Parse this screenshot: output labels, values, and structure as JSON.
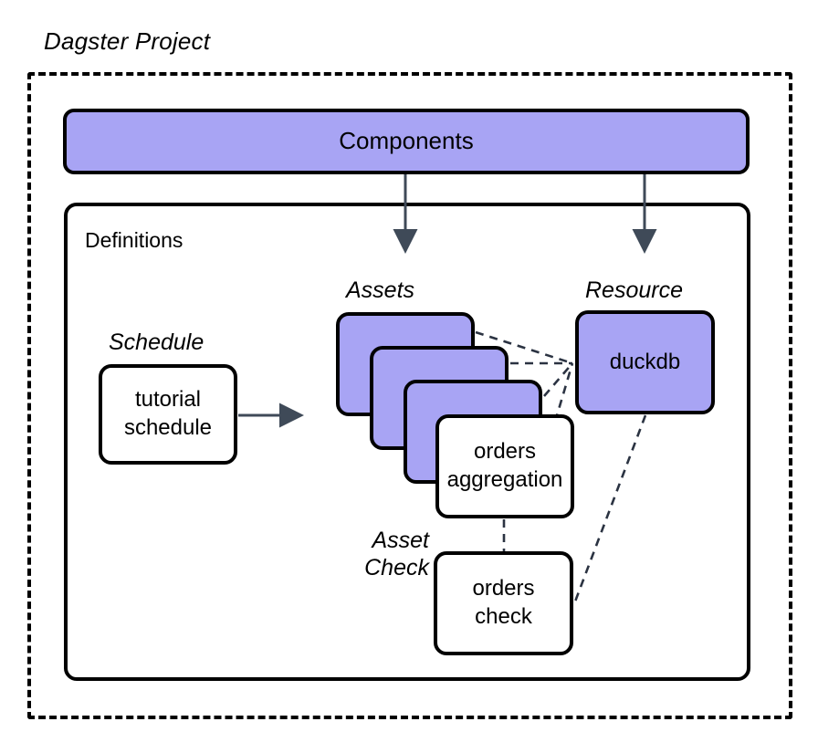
{
  "diagram": {
    "title": "Dagster Project",
    "colors": {
      "accent_purple": "#a8a4f4",
      "stroke": "#000000",
      "arrow": "#3f4a58",
      "background": "#ffffff"
    }
  },
  "components": {
    "label": "Components"
  },
  "definitions": {
    "label": "Definitions"
  },
  "groups": {
    "assets_label": "Assets",
    "resource_label": "Resource",
    "schedule_label": "Schedule",
    "asset_check_label_line1": "Asset",
    "asset_check_label_line2": "Check"
  },
  "nodes": {
    "schedule": {
      "line1": "tutorial",
      "line2": "schedule"
    },
    "asset_stack": [
      {
        "label": "",
        "filled": true
      },
      {
        "label": "",
        "filled": true
      },
      {
        "label": "",
        "filled": true
      }
    ],
    "asset_orders_aggregation": {
      "line1": "orders",
      "line2": "aggregation"
    },
    "resource_duckdb": {
      "label": "duckdb"
    },
    "asset_check_orders_check": {
      "line1": "orders",
      "line2": "check"
    }
  },
  "edges": {
    "components_to_assets": "arrow",
    "components_to_resource": "arrow",
    "schedule_to_assets": "arrow",
    "assets_to_duckdb": "dashed",
    "orders_aggregation_to_orders_check": "dashed",
    "duckdb_to_orders_check": "dashed"
  }
}
